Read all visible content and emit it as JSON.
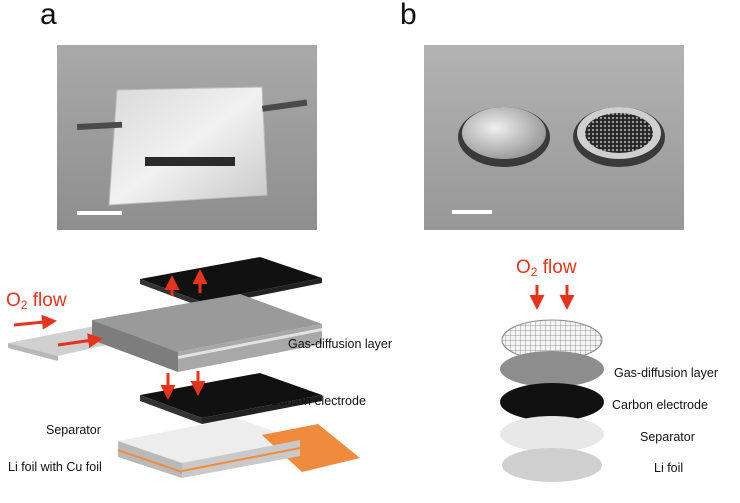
{
  "panel_a": {
    "letter": "a",
    "o2_main": "O",
    "o2_sub": "2",
    "o2_rest": " flow",
    "labels": {
      "gas_diffusion": "Gas-diffusion layer",
      "carbon_electrode": "Carbon electrode",
      "separator": "Separator",
      "li_foil": "Li foil with Cu foil"
    }
  },
  "panel_b": {
    "letter": "b",
    "o2_main": "O",
    "o2_sub": "2",
    "o2_rest": " flow",
    "labels": {
      "gas_diffusion": "Gas-diffusion layer",
      "carbon_electrode": "Carbon electrode",
      "separator": "Separator",
      "li_foil": "Li foil"
    }
  },
  "colors": {
    "arrow": "#e8331c",
    "copper": "#f08a3c",
    "black_layer": "#111111",
    "gray_layer": "#8a8a8a",
    "light_layer": "#e6e6e6"
  }
}
